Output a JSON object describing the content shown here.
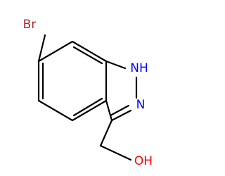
{
  "molecule": {
    "atom_labels": {
      "bromine": "Br",
      "n1": "NH",
      "n2": "N",
      "hydroxyl": "OH"
    },
    "colors": {
      "bond": "#000000",
      "bromine": "#a52a2a",
      "nitrogen": "#0000ff",
      "oxygen": "#ff0000"
    }
  }
}
